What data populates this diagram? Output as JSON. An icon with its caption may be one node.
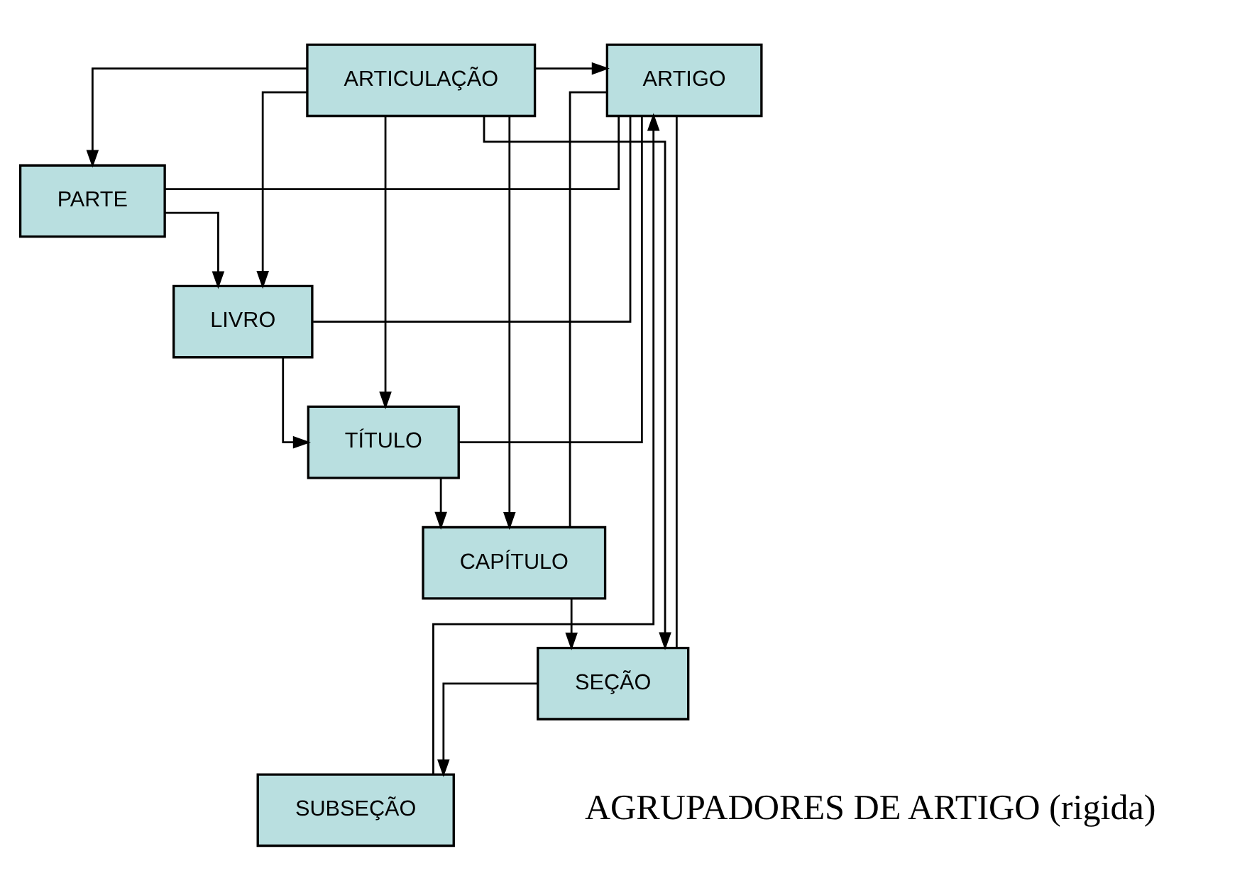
{
  "diagram": {
    "nodes": [
      {
        "text": [
          "ARTICULAÇÃO"
        ]
      },
      {
        "text": [
          "ARTIGO"
        ]
      },
      {
        "text": [
          "PARTE"
        ]
      },
      {
        "text": [
          "LIVRO"
        ]
      },
      {
        "text": [
          "TÍTULO"
        ]
      },
      {
        "text": [
          "CAPÍTULO"
        ]
      },
      {
        "text": [
          "SEÇÃO"
        ]
      },
      {
        "text": [
          "SUBSEÇÃO"
        ]
      }
    ],
    "edges": [
      {
        "from": 0,
        "to": 1,
        "arrow": "to"
      },
      {
        "from": 0,
        "to": 2,
        "arrow": "to"
      },
      {
        "from": 0,
        "to": 3,
        "arrow": "to"
      },
      {
        "from": 0,
        "to": 4,
        "arrow": "to"
      },
      {
        "from": 0,
        "to": 5,
        "arrow": "to"
      },
      {
        "from": 0,
        "to": 6,
        "arrow": "to"
      },
      {
        "from": 2,
        "to": 3,
        "arrow": "to"
      },
      {
        "from": 3,
        "to": 4,
        "arrow": "to"
      },
      {
        "from": 4,
        "to": 5,
        "arrow": "to"
      },
      {
        "from": 5,
        "to": 6,
        "arrow": "to"
      },
      {
        "from": 6,
        "to": 7,
        "arrow": "to"
      },
      {
        "from": 2,
        "to": 1,
        "arrow": "none"
      },
      {
        "from": 3,
        "to": 1,
        "arrow": "none"
      },
      {
        "from": 4,
        "to": 1,
        "arrow": "none"
      },
      {
        "from": 5,
        "to": 1,
        "arrow": "none"
      },
      {
        "from": 6,
        "to": 1,
        "arrow": "none"
      },
      {
        "from": 7,
        "to": 1,
        "arrow": "to"
      }
    ],
    "labels": [
      "AGRUPADORES DE ARTIGO (rigida)"
    ]
  }
}
